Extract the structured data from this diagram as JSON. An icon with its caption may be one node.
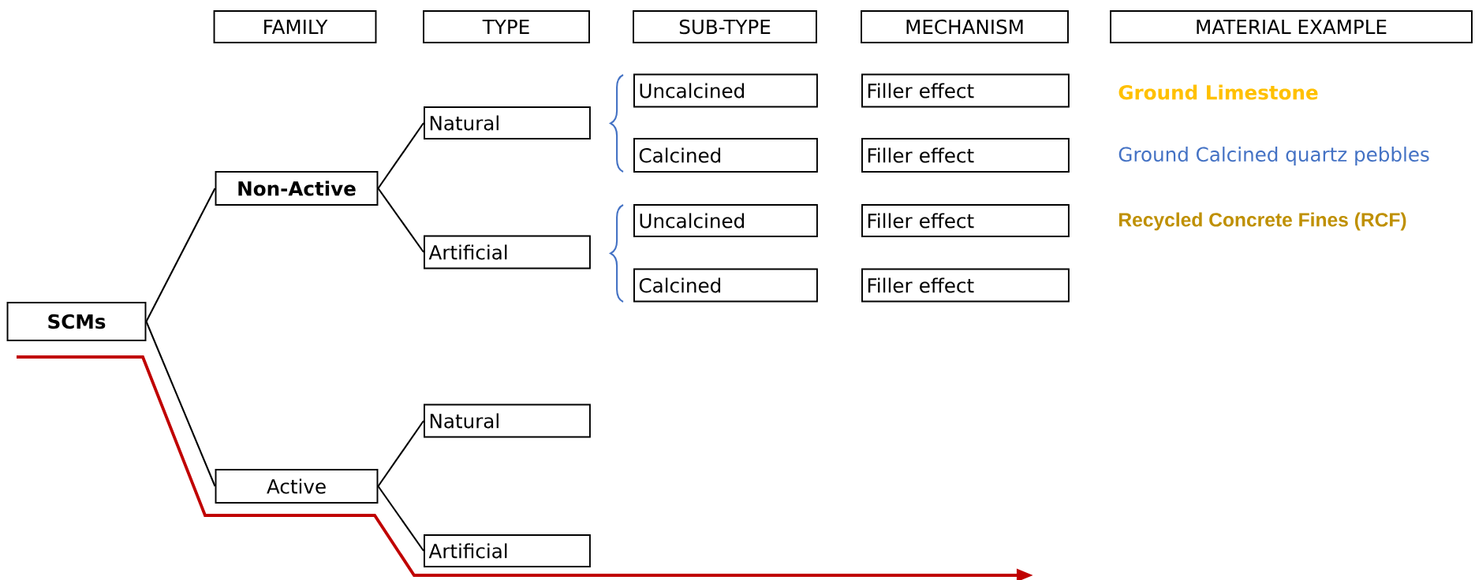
{
  "diagram": {
    "nodes": [
      {
        "text": [
          "FAMILY"
        ]
      },
      {
        "text": [
          "TYPE"
        ]
      },
      {
        "text": [
          "SUB-TYPE"
        ]
      },
      {
        "text": [
          "MECHANISM"
        ]
      },
      {
        "text": [
          "MATERIAL EXAMPLE"
        ]
      },
      {
        "text": [
          "SCMs"
        ]
      },
      {
        "text": [
          "Non-Active"
        ]
      },
      {
        "text": [
          "Natural"
        ]
      },
      {
        "text": [
          "Uncalcined"
        ]
      },
      {
        "text": [
          "Filler effect"
        ]
      },
      {
        "text": [
          "Calcined"
        ]
      },
      {
        "text": [
          "Filler effect"
        ]
      },
      {
        "text": [
          "Artificial"
        ]
      },
      {
        "text": [
          "Uncalcined"
        ]
      },
      {
        "text": [
          "Filler effect"
        ]
      },
      {
        "text": [
          "Calcined"
        ]
      },
      {
        "text": [
          "Filler effect"
        ]
      },
      {
        "text": [
          "Active"
        ]
      },
      {
        "text": [
          "Natural"
        ]
      },
      {
        "text": [
          "Artificial"
        ]
      }
    ],
    "edges": [
      {
        "from": 5,
        "to": 6,
        "arrow": "none"
      },
      {
        "from": 5,
        "to": 17,
        "arrow": "none"
      },
      {
        "from": 6,
        "to": 7,
        "arrow": "none"
      },
      {
        "from": 6,
        "to": 12,
        "arrow": "none"
      },
      {
        "from": 17,
        "to": 18,
        "arrow": "none"
      },
      {
        "from": 17,
        "to": 19,
        "arrow": "none"
      }
    ],
    "labels": [
      "Ground Limestone",
      "Ground Calcined quartz pebbles",
      "Recycled Concrete Fines (RCF)"
    ]
  }
}
